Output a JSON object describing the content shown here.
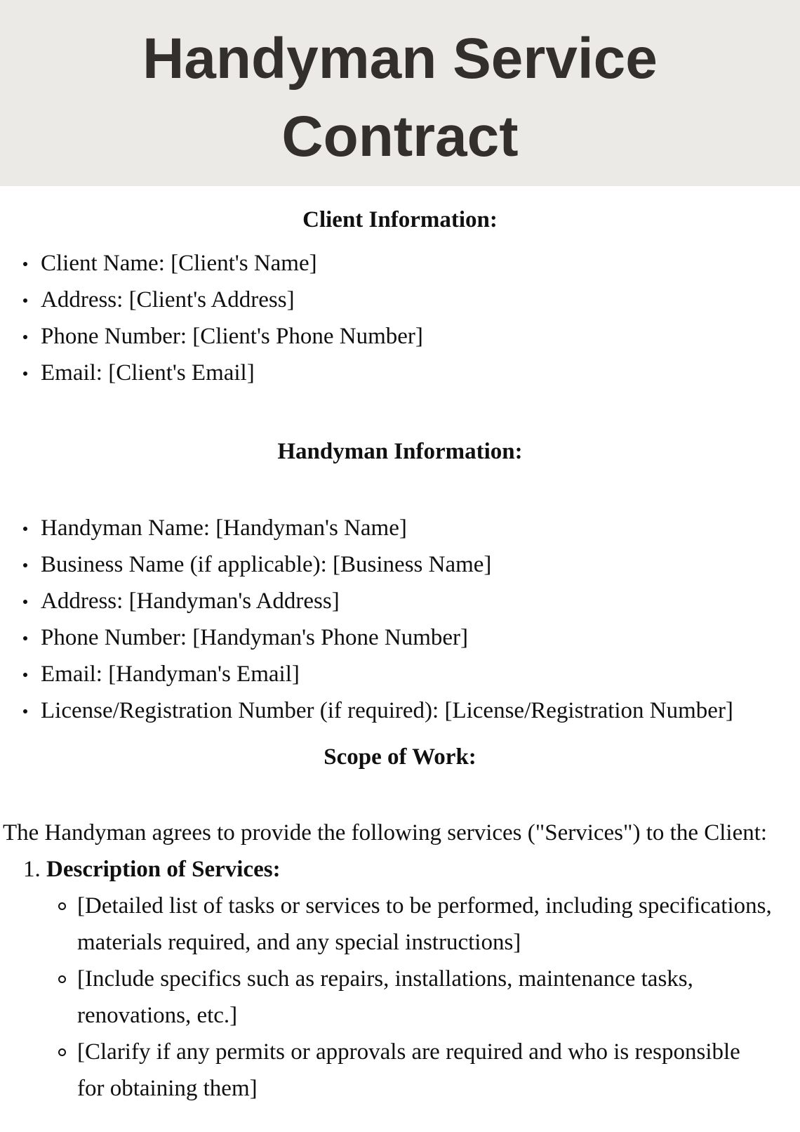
{
  "header": {
    "title": "Handyman Service Contract",
    "bg_color": "#eceae7",
    "text_color": "#322f2c"
  },
  "body_text_color": "#101010",
  "sections": {
    "client": {
      "heading": "Client Information:",
      "items": [
        "Client Name: [Client's Name]",
        "Address: [Client's Address]",
        "Phone Number: [Client's Phone Number]",
        "Email: [Client's Email]"
      ]
    },
    "handyman": {
      "heading": "Handyman Information:",
      "items": [
        "Handyman Name: [Handyman's Name]",
        "Business Name (if applicable): [Business Name]",
        "Address: [Handyman's Address]",
        "Phone Number: [Handyman's Phone Number]",
        "Email: [Handyman's Email]",
        "License/Registration Number (if required): [License/Registration Number]"
      ]
    },
    "scope": {
      "heading": "Scope of Work:",
      "intro": "The Handyman agrees to provide the following services (\"Services\") to the Client:",
      "list": [
        {
          "number": "1.",
          "label": "Description of Services:",
          "subitems": [
            {
              "lines": [
                "[Detailed list of tasks or services to be performed, including specifications,",
                "materials required, and any special instructions]"
              ]
            },
            {
              "lines": [
                "[Include specifics such as repairs, installations, maintenance tasks,",
                "renovations, etc.]"
              ]
            },
            {
              "lines": [
                "[Clarify if any permits or approvals are required and who is responsible",
                "for obtaining them]"
              ]
            }
          ]
        }
      ]
    }
  }
}
